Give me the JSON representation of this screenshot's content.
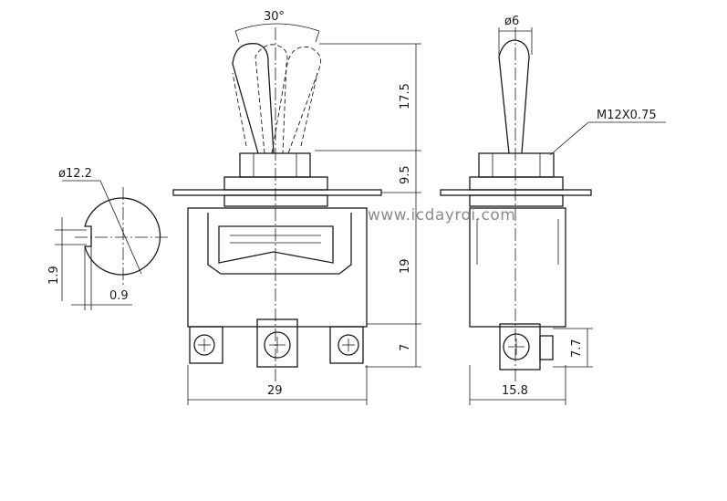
{
  "dimensions": {
    "toggle_angle": "30°",
    "lever_diameter": "ø6",
    "thread": "M12X0.75",
    "disc_diameter": "ø12.2",
    "lever_height": "17.5",
    "bushing_height": "9.5",
    "body_height": "19",
    "terminal_height": "7",
    "width_front": "29",
    "keyway_height": "1.9",
    "keyway_width": "0.9",
    "width_side": "15.8",
    "terminal_height_side": "7.7"
  },
  "watermark": "www.icdayroi.com"
}
